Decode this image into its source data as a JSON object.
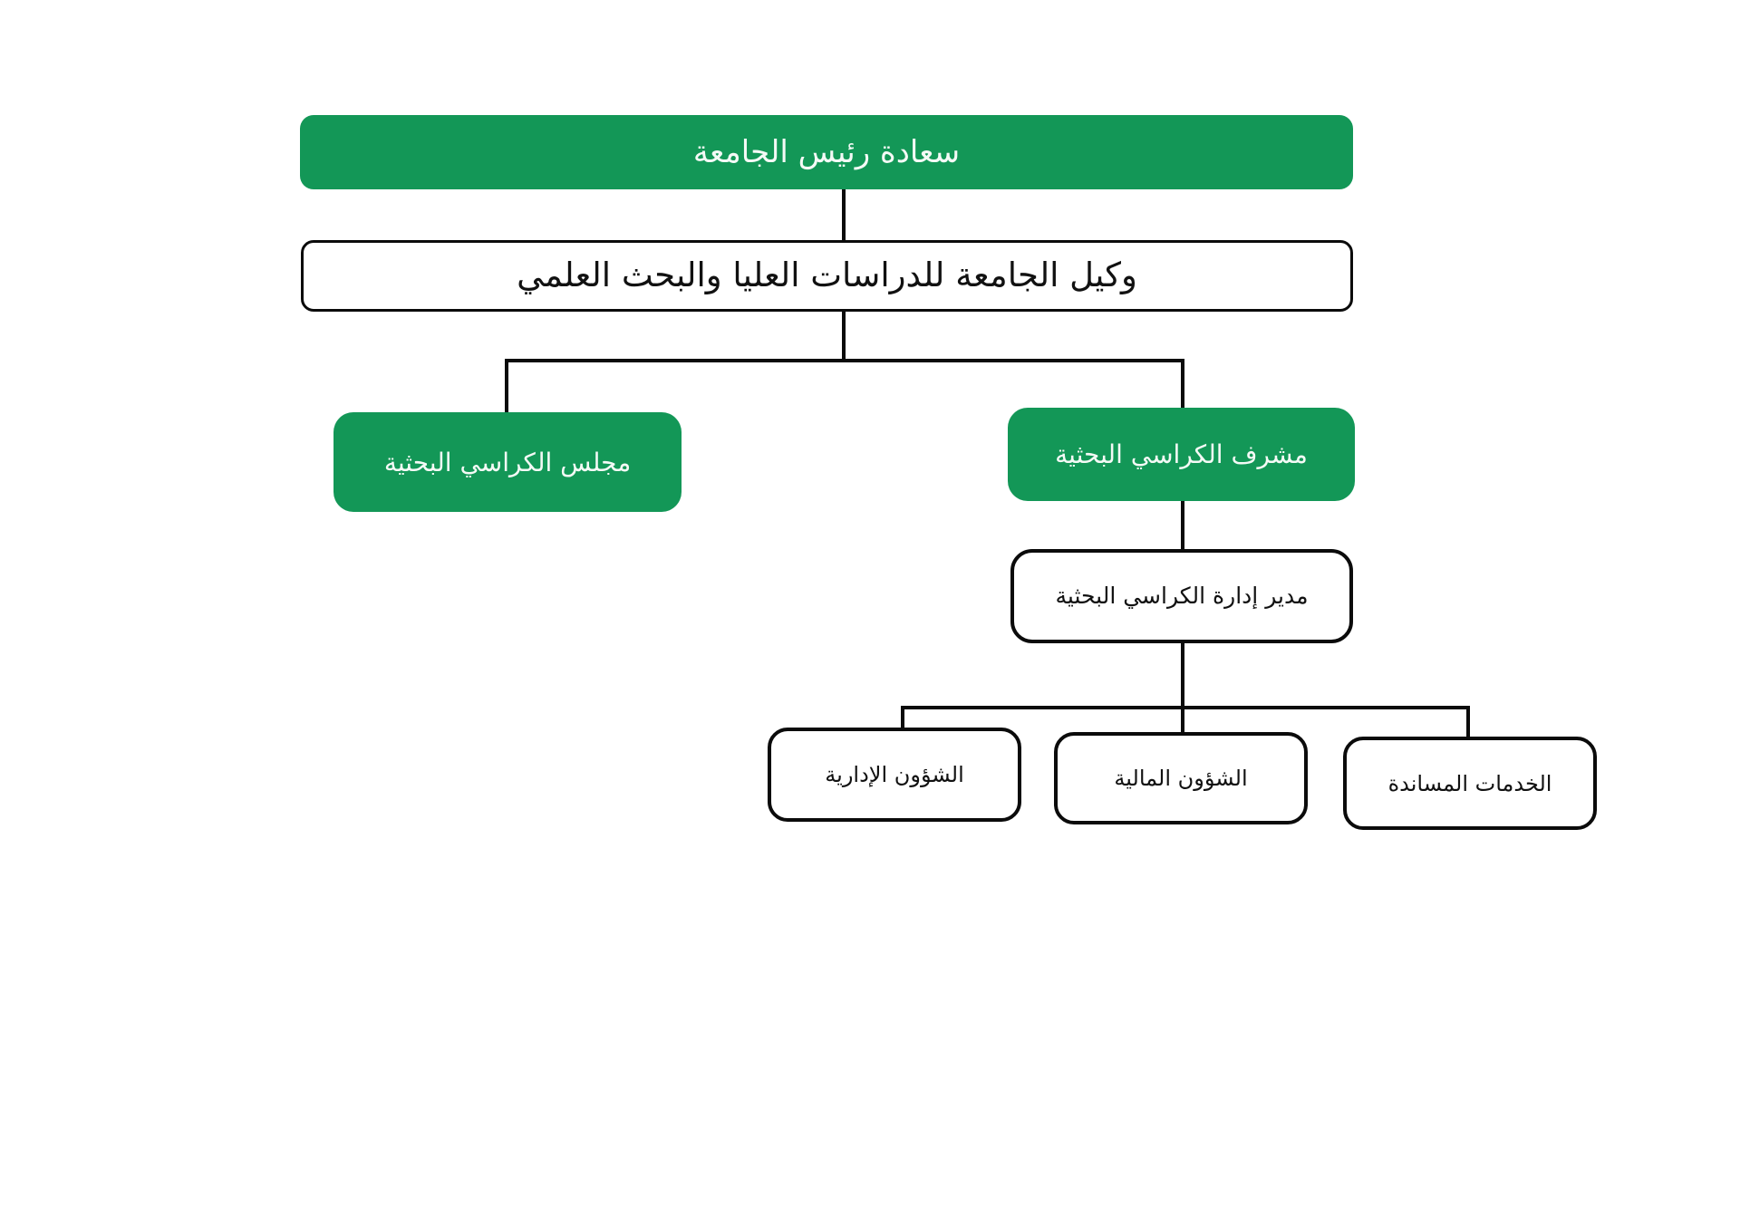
{
  "colors": {
    "accent_green": "#139757",
    "node_border": "#0b0b0b",
    "connector": "#0b0b0b",
    "background": "#ffffff",
    "text_on_green": "#f4faf6",
    "text_on_white": "#111111"
  },
  "org_chart": {
    "direction": "rtl",
    "nodes": {
      "president": {
        "label": "سعادة رئيس الجامعة",
        "level": 1,
        "variant": "green"
      },
      "vice_president": {
        "label": "وكيل الجامعة للدراسات العليا والبحث العلمي",
        "level": 2,
        "variant": "white"
      },
      "chairs_council": {
        "label": "مجلس الكراسي البحثية",
        "level": 3,
        "variant": "green"
      },
      "chairs_supervisor": {
        "label": "مشرف الكراسي البحثية",
        "level": 3,
        "variant": "green"
      },
      "chairs_admin_director": {
        "label": "مدير إدارة الكراسي البحثية",
        "level": 4,
        "variant": "white"
      },
      "admin_affairs": {
        "label": "الشؤون الإدارية",
        "level": 5,
        "variant": "white"
      },
      "financial_affairs": {
        "label": "الشؤون المالية",
        "level": 5,
        "variant": "white"
      },
      "support_services": {
        "label": "الخدمات المساندة",
        "level": 5,
        "variant": "white"
      }
    },
    "edges": [
      {
        "from": "president",
        "to": "vice_president"
      },
      {
        "from": "vice_president",
        "to": "chairs_council"
      },
      {
        "from": "vice_president",
        "to": "chairs_supervisor"
      },
      {
        "from": "chairs_supervisor",
        "to": "chairs_admin_director"
      },
      {
        "from": "chairs_admin_director",
        "to": "admin_affairs"
      },
      {
        "from": "chairs_admin_director",
        "to": "financial_affairs"
      },
      {
        "from": "chairs_admin_director",
        "to": "support_services"
      }
    ]
  }
}
